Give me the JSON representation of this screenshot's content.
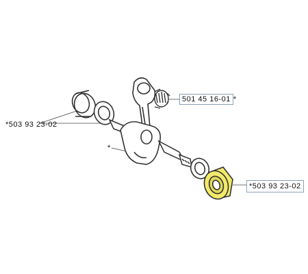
{
  "callouts": {
    "bearing_left": "*503 93 23-02",
    "needle_bearing": "501 45 16-01",
    "needle_bearing_suffix": "*",
    "crankshaft": "*",
    "bearing_right": "*503 93 23-02"
  },
  "colors": {
    "highlight": "#f2ea6a",
    "line": "#444444",
    "box_border": "#8aa0b8"
  }
}
